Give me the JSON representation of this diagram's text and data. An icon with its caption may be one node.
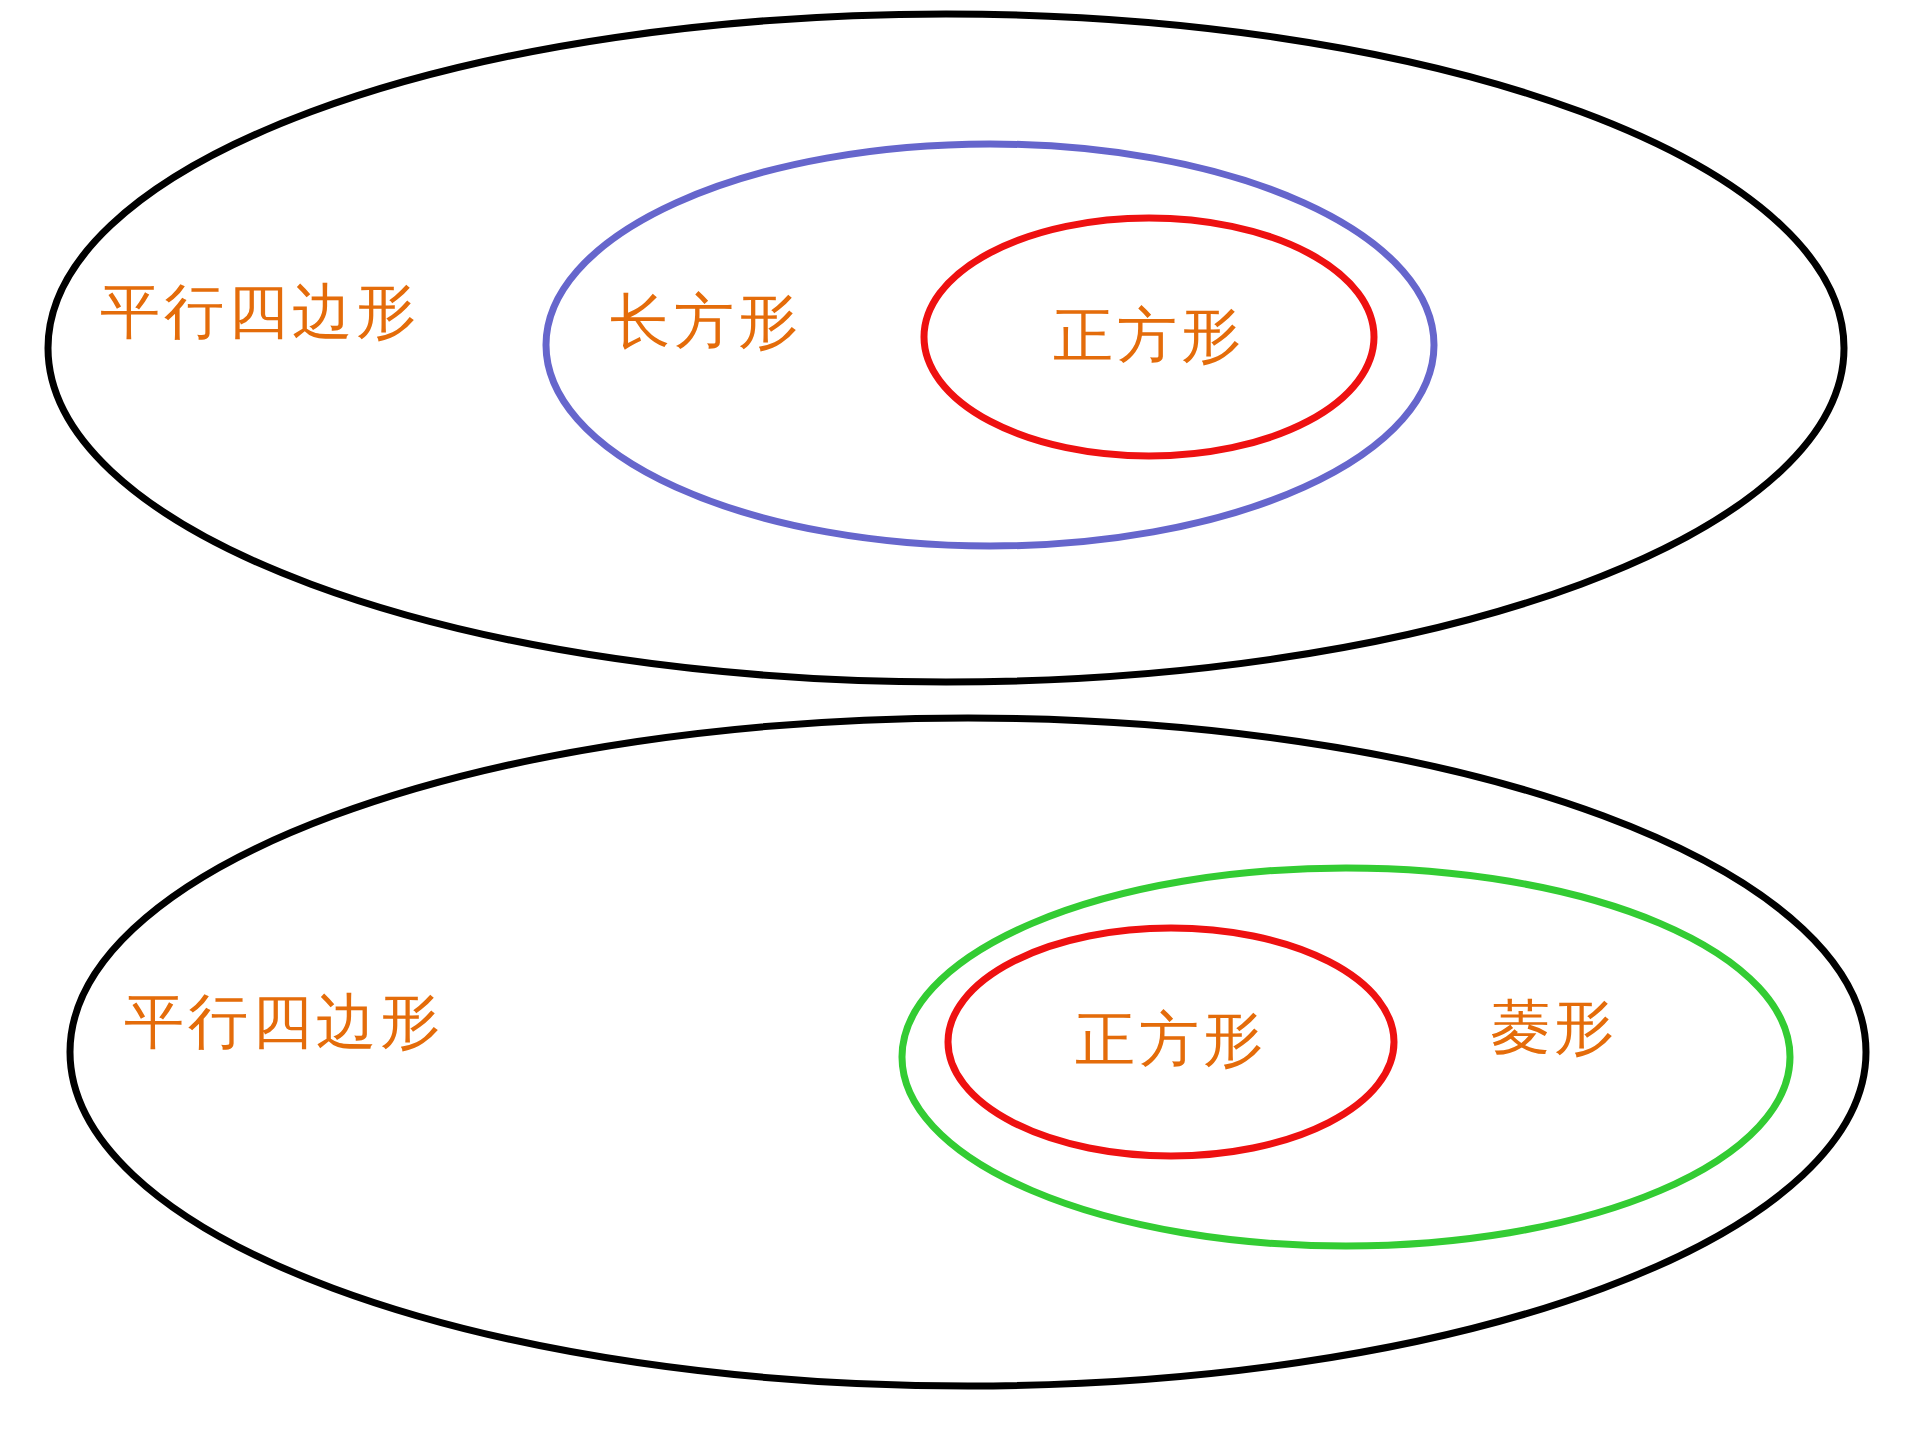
{
  "diagram": {
    "nodes": [
      {
        "text": [
          "平行四边形"
        ]
      },
      {
        "text": [
          "长方形"
        ],
        "in": 0
      },
      {
        "text": [
          "正方形"
        ],
        "in": 1
      },
      {
        "text": [
          "平行四边形"
        ]
      },
      {
        "text": [
          "菱形"
        ],
        "in": 3
      },
      {
        "text": [
          "正方形"
        ],
        "in": 4
      }
    ]
  }
}
